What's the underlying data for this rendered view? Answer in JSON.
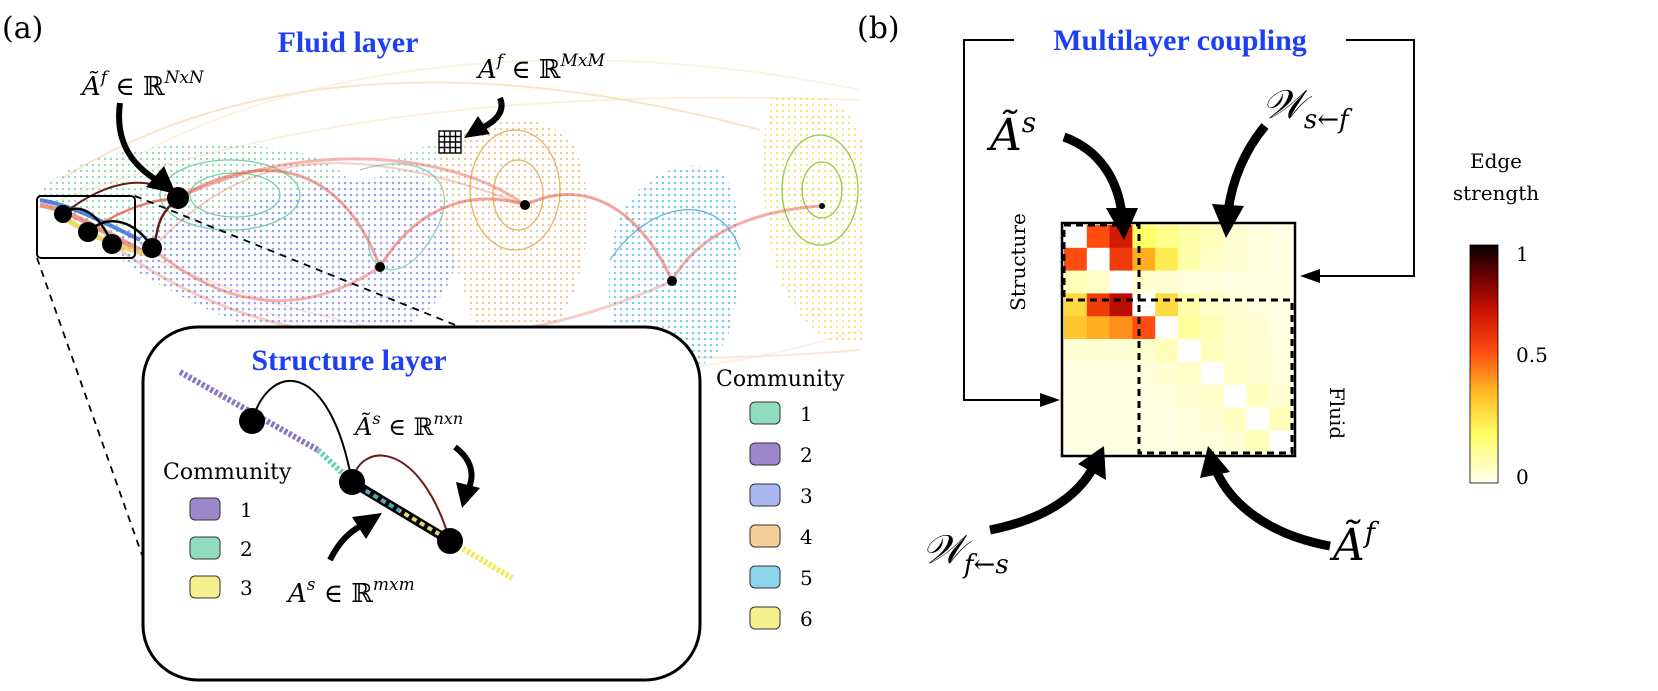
{
  "panel_a": {
    "label": "(a)",
    "title": "Fluid layer",
    "math_Af_tilde": {
      "base": "Ã",
      "sup": "f",
      "rest": " ∈ ℝ",
      "exp": "NxN"
    },
    "math_Af": {
      "base": "A",
      "sup": "f",
      "rest": " ∈ ℝ",
      "exp": "MxM"
    },
    "inset": {
      "title": "Structure layer",
      "math_As_tilde": {
        "base": "Ã",
        "sup": "s",
        "rest": " ∈ ℝ",
        "exp": "nxn"
      },
      "math_As": {
        "base": "A",
        "sup": "s",
        "rest": " ∈ ℝ",
        "exp": "mxm"
      },
      "legend": {
        "title": "Community",
        "items": [
          {
            "label": "1",
            "color": "#9b87c9"
          },
          {
            "label": "2",
            "color": "#8fdcbe"
          },
          {
            "label": "3",
            "color": "#f4f08e"
          }
        ]
      }
    },
    "legend": {
      "title": "Community",
      "items": [
        {
          "label": "1",
          "color": "#8fdcbe"
        },
        {
          "label": "2",
          "color": "#9b87c9"
        },
        {
          "label": "3",
          "color": "#aab8f2"
        },
        {
          "label": "4",
          "color": "#f3cf98"
        },
        {
          "label": "5",
          "color": "#8ad4ec"
        },
        {
          "label": "6",
          "color": "#f4f08e"
        }
      ]
    }
  },
  "panel_b": {
    "label": "(b)",
    "title": "Multilayer coupling",
    "math_As_tilde": {
      "base": "Ã",
      "sup": "s"
    },
    "math_Af_tilde": {
      "base": "Ã",
      "sup": "f"
    },
    "math_W_sf": {
      "base": "𝒲",
      "sub": "s←f"
    },
    "math_W_fs": {
      "base": "𝒲",
      "sub": "f←s"
    },
    "label_structure": "Structure",
    "label_fluid": "Fluid",
    "colorbar": {
      "title_line1": "Edge",
      "title_line2": "strength",
      "ticks": [
        "1",
        "0.5",
        "0"
      ]
    }
  },
  "matrix": [
    [
      0.0,
      0.55,
      0.7,
      0.2,
      0.15,
      0.1,
      0.08,
      0.04,
      0.03,
      0.02
    ],
    [
      0.55,
      0.0,
      0.6,
      0.4,
      0.25,
      0.1,
      0.06,
      0.04,
      0.03,
      0.02
    ],
    [
      0.08,
      0.06,
      0.0,
      0.05,
      0.04,
      0.03,
      0.03,
      0.02,
      0.02,
      0.02
    ],
    [
      0.3,
      0.6,
      0.75,
      0.0,
      0.3,
      0.1,
      0.06,
      0.04,
      0.03,
      0.02
    ],
    [
      0.35,
      0.4,
      0.45,
      0.55,
      0.0,
      0.12,
      0.08,
      0.05,
      0.04,
      0.02
    ],
    [
      0.04,
      0.04,
      0.04,
      0.05,
      0.08,
      0.0,
      0.07,
      0.05,
      0.04,
      0.03
    ],
    [
      0.02,
      0.02,
      0.02,
      0.03,
      0.04,
      0.06,
      0.0,
      0.06,
      0.04,
      0.03
    ],
    [
      0.02,
      0.02,
      0.02,
      0.02,
      0.03,
      0.04,
      0.06,
      0.0,
      0.07,
      0.04
    ],
    [
      0.02,
      0.02,
      0.02,
      0.02,
      0.02,
      0.03,
      0.04,
      0.07,
      0.0,
      0.08
    ],
    [
      0.02,
      0.02,
      0.02,
      0.02,
      0.02,
      0.03,
      0.03,
      0.04,
      0.08,
      0.0
    ]
  ],
  "colors": {
    "title_blue": "#1f3ff2",
    "arrow": "#000000",
    "edge_red": "#e65a4a",
    "edge_dark": "#6b1a1a"
  }
}
